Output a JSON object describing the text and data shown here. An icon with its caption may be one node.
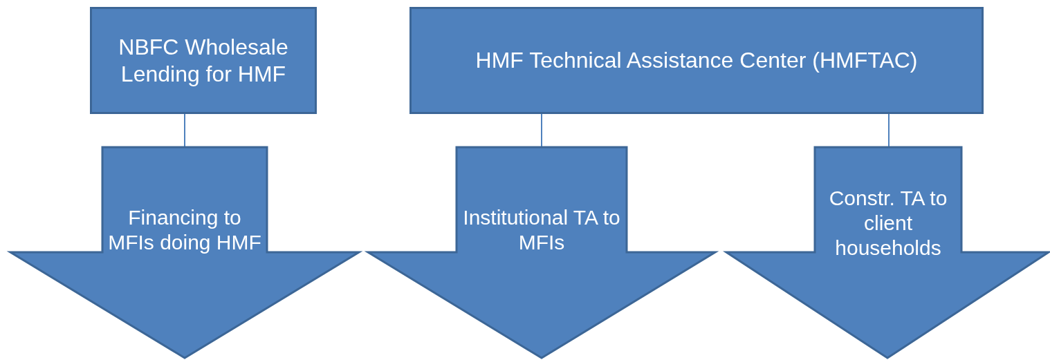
{
  "diagram": {
    "nodes": [
      {
        "text": [
          "NBFC Wholesale Lending for HMF"
        ]
      },
      {
        "text": [
          "HMF Technical Assistance Center (HMFTAC)"
        ]
      },
      {
        "text": [
          "Financing to MFIs doing HMF"
        ]
      },
      {
        "text": [
          "Institutional TA to MFIs"
        ]
      },
      {
        "text": [
          "Constr. TA to client households"
        ]
      }
    ],
    "edges": [
      {
        "from": 0,
        "to": 2,
        "arrow": "none"
      },
      {
        "from": 1,
        "to": 3,
        "arrow": "none"
      },
      {
        "from": 1,
        "to": 4,
        "arrow": "none"
      }
    ]
  }
}
